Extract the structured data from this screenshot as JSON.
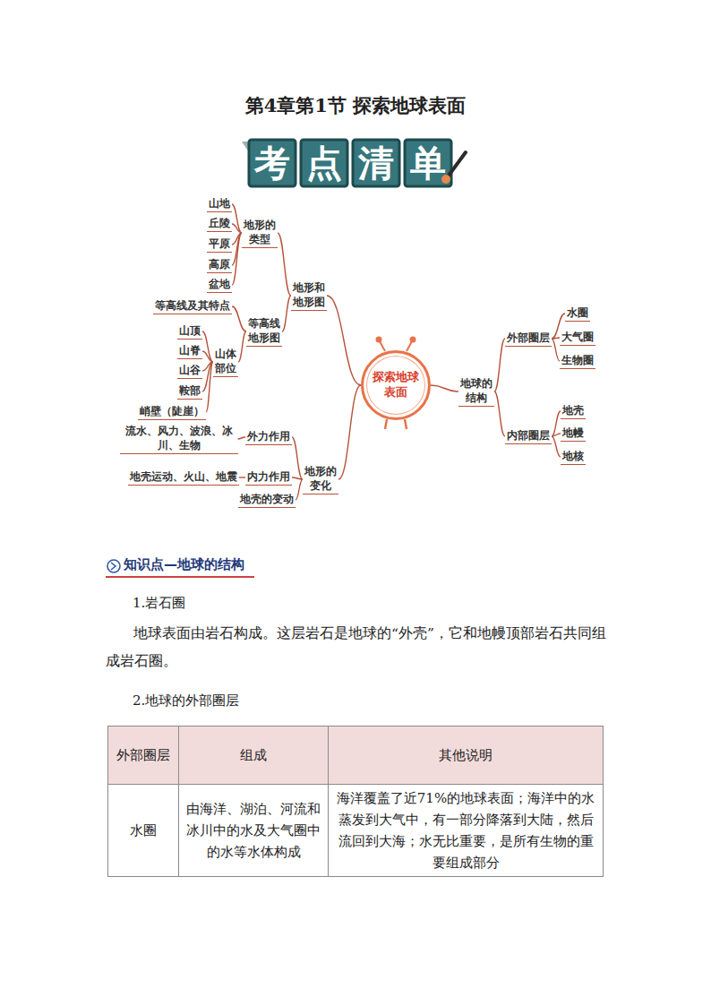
{
  "diagram": {
    "title": "第4章第1节 探索地球表面",
    "nodes": [
      {
        "text": [
          "探索地球表面"
        ]
      },
      {
        "text": [
          "地形和地形图"
        ]
      },
      {
        "text": [
          "地形的类型"
        ]
      },
      {
        "text": [
          "山地"
        ]
      },
      {
        "text": [
          "丘陵"
        ]
      },
      {
        "text": [
          "平原"
        ]
      },
      {
        "text": [
          "高原"
        ]
      },
      {
        "text": [
          "盆地"
        ]
      },
      {
        "text": [
          "等高线地形图"
        ]
      },
      {
        "text": [
          "等高线及其特点"
        ]
      },
      {
        "text": [
          "山体部位"
        ]
      },
      {
        "text": [
          "山顶"
        ]
      },
      {
        "text": [
          "山脊"
        ]
      },
      {
        "text": [
          "山谷"
        ]
      },
      {
        "text": [
          "鞍部"
        ]
      },
      {
        "text": [
          "峭壁（陡崖）"
        ]
      },
      {
        "text": [
          "地形的变化"
        ]
      },
      {
        "text": [
          "外力作用"
        ]
      },
      {
        "text": [
          "流水、风力、波浪、冰川、生物"
        ]
      },
      {
        "text": [
          "内力作用"
        ]
      },
      {
        "text": [
          "地壳运动、火山、地震"
        ]
      },
      {
        "text": [
          "地壳的变动"
        ]
      },
      {
        "text": [
          "地球的结构"
        ]
      },
      {
        "text": [
          "外部圈层"
        ]
      },
      {
        "text": [
          "水圈"
        ]
      },
      {
        "text": [
          "大气圈"
        ]
      },
      {
        "text": [
          "生物圈"
        ]
      },
      {
        "text": [
          "内部圈层"
        ]
      },
      {
        "text": [
          "地壳"
        ]
      },
      {
        "text": [
          "地幔"
        ]
      },
      {
        "text": [
          "地核"
        ]
      }
    ],
    "edges": [
      {
        "from": 0,
        "to": 1,
        "arrow": "none"
      },
      {
        "from": 1,
        "to": 2,
        "arrow": "none"
      },
      {
        "from": 2,
        "to": 3,
        "arrow": "none"
      },
      {
        "from": 2,
        "to": 4,
        "arrow": "none"
      },
      {
        "from": 2,
        "to": 5,
        "arrow": "none"
      },
      {
        "from": 2,
        "to": 6,
        "arrow": "none"
      },
      {
        "from": 2,
        "to": 7,
        "arrow": "none"
      },
      {
        "from": 1,
        "to": 8,
        "arrow": "none"
      },
      {
        "from": 8,
        "to": 9,
        "arrow": "none"
      },
      {
        "from": 8,
        "to": 10,
        "arrow": "none"
      },
      {
        "from": 10,
        "to": 11,
        "arrow": "none"
      },
      {
        "from": 10,
        "to": 12,
        "arrow": "none"
      },
      {
        "from": 10,
        "to": 13,
        "arrow": "none"
      },
      {
        "from": 10,
        "to": 14,
        "arrow": "none"
      },
      {
        "from": 10,
        "to": 15,
        "arrow": "none"
      },
      {
        "from": 0,
        "to": 16,
        "arrow": "none"
      },
      {
        "from": 16,
        "to": 17,
        "arrow": "none"
      },
      {
        "from": 17,
        "to": 18,
        "arrow": "none"
      },
      {
        "from": 16,
        "to": 19,
        "arrow": "none"
      },
      {
        "from": 19,
        "to": 20,
        "arrow": "none"
      },
      {
        "from": 16,
        "to": 21,
        "arrow": "none"
      },
      {
        "from": 0,
        "to": 22,
        "arrow": "none"
      },
      {
        "from": 22,
        "to": 23,
        "arrow": "none"
      },
      {
        "from": 23,
        "to": 24,
        "arrow": "none"
      },
      {
        "from": 23,
        "to": 25,
        "arrow": "none"
      },
      {
        "from": 23,
        "to": 26,
        "arrow": "none"
      },
      {
        "from": 22,
        "to": 27,
        "arrow": "none"
      },
      {
        "from": 27,
        "to": 28,
        "arrow": "none"
      },
      {
        "from": 27,
        "to": 29,
        "arrow": "none"
      },
      {
        "from": 27,
        "to": 30,
        "arrow": "none"
      }
    ],
    "labels": [
      "考点清单",
      "知识点—地球的结构",
      "1.岩石圈",
      "地球表面由岩石构成。这层岩石是地球的“外壳”，它和地幔顶部岩石共同组成岩石圈。",
      "2.地球的外部圈层",
      "外部圈层",
      "组成",
      "其他说明",
      "水圈",
      "由海洋、湖泊、河流和冰川中的水及大气圈中的水等水体构成",
      "海洋覆盖了近71%的地球表面；海洋中的水蒸发到大气中，有一部分降落到大陆，然后流回到大海；水无比重要，是所有生物的重要组成部分"
    ]
  }
}
